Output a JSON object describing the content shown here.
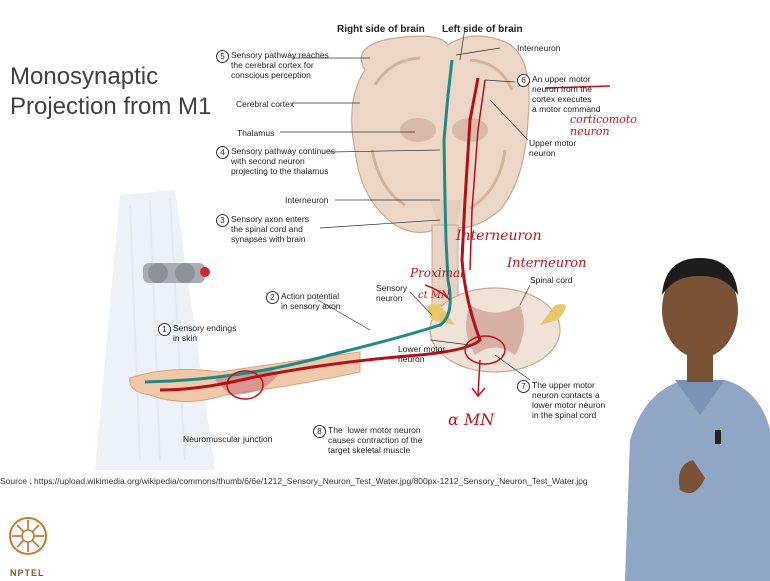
{
  "slide": {
    "title_line1": "Monosynaptic",
    "title_line2": "Projection from M1"
  },
  "figure": {
    "header_right": "Right side of brain",
    "header_left": "Left side of brain",
    "labels": {
      "l5": "Sensory pathway reaches\nthe cerebral cortex for\nconscious perception",
      "cortex": "Cerebral cortex",
      "thalamus": "Thalamus",
      "l4": "Sensory pathway continues\nwith second neuron\nprojecting to the thalamus",
      "interneuron_left": "Interneuron",
      "l3": "Sensory axon enters\nthe spinal cord and\nsynapses with brain",
      "l2": "Action potential\nin sensory axon",
      "l1": "Sensory endings\nin skin",
      "nmj": "Neuromuscular junction",
      "l8": "The  lower motor neuron\ncauses contraction of the\ntarget skeletal muscle",
      "interneuron_right": "Interneuron",
      "l6": "An upper motor\nneuron from the\ncortex executes\na motor command",
      "upper_motor": "Upper motor\nneuron",
      "sensory_neuron": "Sensory\nneuron",
      "spinal_cord": "Spinal cord",
      "lower_motor": "Lower motor\nneuron",
      "l7": "The upper motor\nneuron contacts a\nlower motor neuron\nin the spinal cord"
    },
    "numbers": [
      "1",
      "2",
      "3",
      "4",
      "5",
      "6",
      "7",
      "8"
    ]
  },
  "annotations": {
    "corticomoto": "corticomoto\nneuron",
    "interneuron_a": "Interneuron",
    "interneuron_b": "Interneuron",
    "proximal": "Proximal",
    "ct_mn": "ct MN",
    "alpha_mn": "α MN"
  },
  "source": "Source : https://upload.wikimedia.org/wikipedia/commons/thumb/6/6e/1212_Sensory_Neuron_Test_Water.jpg/800px-1212_Sensory_Neuron_Test_Water.jpg",
  "logo": {
    "text": "NPTEL"
  },
  "colors": {
    "sensory": "#1f8a86",
    "motor": "#b0121b",
    "annotation": "#c0141c"
  }
}
